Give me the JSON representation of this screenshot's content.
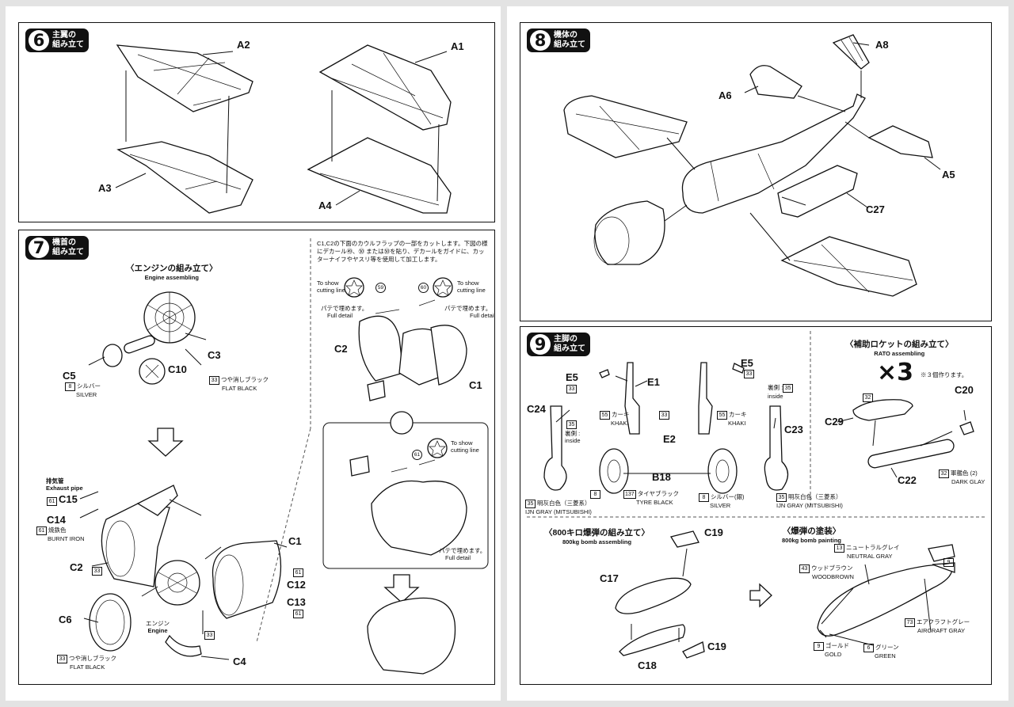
{
  "step6": {
    "num": "6",
    "title": "主翼の\n組み立て",
    "parts": [
      "A2",
      "A1",
      "A3",
      "A4"
    ]
  },
  "step7": {
    "num": "7",
    "title": "機首の\n組み立て",
    "engine_ja": "〈エンジンの組み立て〉",
    "engine_en": "Engine assembling",
    "parts": {
      "c5": "C5",
      "c10": "C10",
      "c3": "C3",
      "c15": "C15",
      "c14": "C14",
      "c2": "C2",
      "c6": "C6",
      "c4": "C4",
      "c1": "C1",
      "c12": "C12",
      "c13": "C13",
      "c2b": "C2",
      "c1b": "C1"
    },
    "silver_ja": "シルバー",
    "silver_en": "SILVER",
    "silver_num": "8",
    "flat_ja": "つや消しブラック",
    "flat_en": "FLAT BLACK",
    "flat_num": "33",
    "exhaust_ja": "排気管",
    "exhaust_en": "Exhaust pipe",
    "burnt_ja": "焼鉄色",
    "burnt_en": "BURNT IRON",
    "burnt_num": "61",
    "engine2_ja": "エンジン",
    "engine2_en": "Engine",
    "n61a": "61",
    "n61b": "61",
    "n61c": "61",
    "n33a": "33",
    "n33b": "33",
    "n33c": "33",
    "cut_note": "C1,C2の下面のカウルフラップの一部をカットします。下図の様にデカール㊾、㊿ または㊿を貼り、デカールをガイドに、カッターナイフやヤスリ等を使用して加工します。",
    "show_cut": "To show\ncutting line",
    "putty_ja": "パテで埋めます。",
    "putty_en": "Full detail",
    "d59": "59",
    "d60": "60",
    "d61": "61"
  },
  "step8": {
    "num": "8",
    "title": "機体の\n組み立て",
    "parts": [
      "A8",
      "A6",
      "A5",
      "C27"
    ]
  },
  "step9": {
    "num": "9",
    "title": "主脚の\n組み立て",
    "parts": {
      "e5a": "E5",
      "e1": "E1",
      "c24": "C24",
      "e5b": "E5",
      "e2": "E2",
      "c23": "C23",
      "b18": "B18"
    },
    "khaki_ja": "カーキ",
    "khaki_en": "KHAKI",
    "khaki_num": "55",
    "inside_ja": "裏側 :",
    "inside_en": "inside",
    "ijn_ja": "明灰白色（三菱系）",
    "ijn_en": "IJN GRAY (MITSUBISHI)",
    "ijn_num": "35",
    "tyre_ja": "タイヤブラック",
    "tyre_en": "TYRE BLACK",
    "tyre_num": "137",
    "silver_ja": "シルバー(銀)",
    "silver_en": "SILVER",
    "silver_num": "8",
    "n33": "33",
    "n35": "35",
    "n8": "8"
  },
  "rato": {
    "title_ja": "〈補助ロケットの組み立て〉",
    "title_en": "RATO assembling",
    "times": "×3",
    "times_note": "※３個作ります。",
    "parts": {
      "c20": "C20",
      "c29": "C29",
      "c22": "C22"
    },
    "n32": "32",
    "dark_ja": "軍艦色 (2)",
    "dark_en": "DARK GLAY",
    "dark_num": "32"
  },
  "bomb": {
    "title_ja": "〈800キロ爆弾の組み立て〉",
    "title_en": "800kg bomb assembling",
    "parts": {
      "c19a": "C19",
      "c17": "C17",
      "c19b": "C19",
      "c18": "C18"
    }
  },
  "bombpaint": {
    "title_ja": "〈爆弾の塗装〉",
    "title_en": "800kg bomb painting",
    "neutral_ja": "ニュートラルグレイ",
    "neutral_en": "NEUTRAL GRAY",
    "neutral_num": "13",
    "wood_ja": "ウッドブラウン",
    "wood_en": "WOODBROWN",
    "wood_num": "43",
    "n9": "9",
    "aircraft_ja": "エアクラフトグレー",
    "aircraft_en": "AIRCRAFT GRAY",
    "aircraft_num": "73",
    "gold_ja": "ゴールド",
    "gold_en": "GOLD",
    "gold_num": "9",
    "green_ja": "グリーン",
    "green_en": "GREEN",
    "green_num": "6"
  }
}
